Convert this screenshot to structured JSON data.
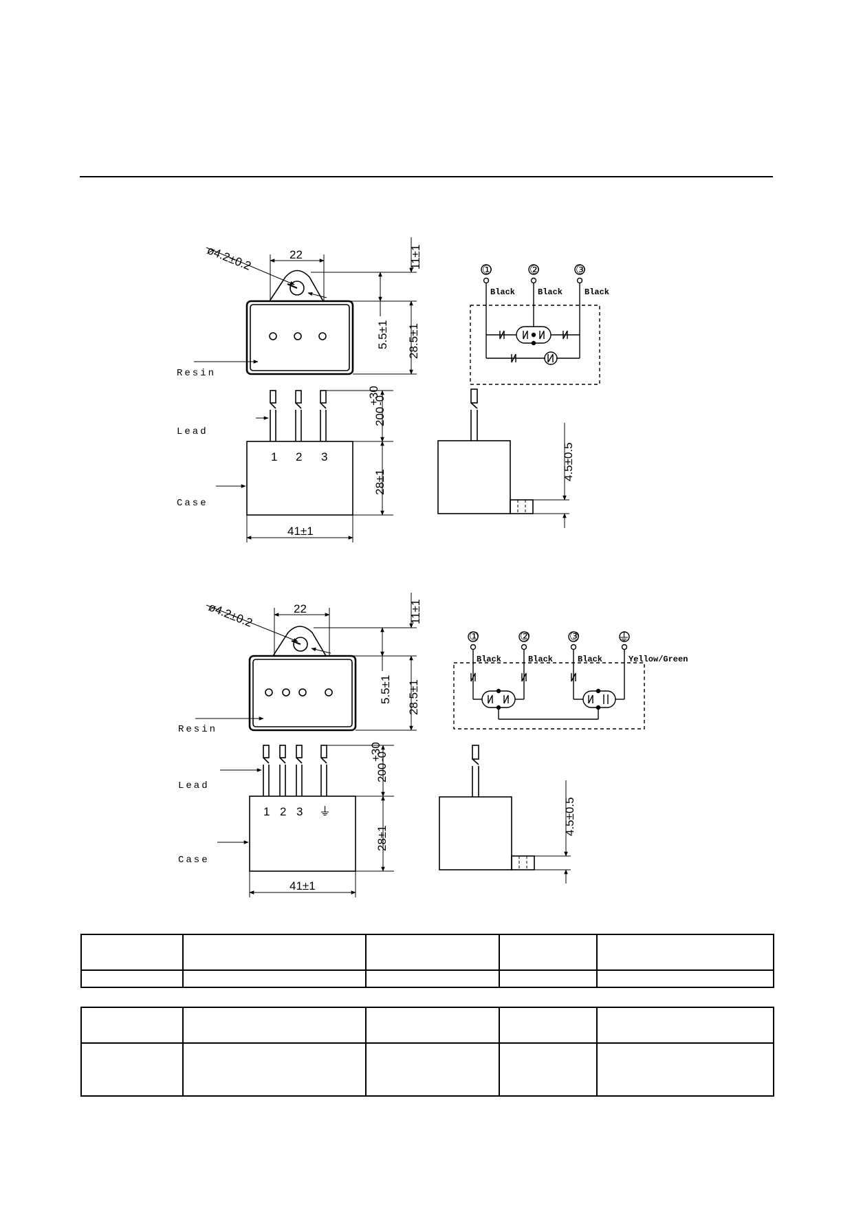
{
  "drawing_1": {
    "hole_dim": "ø4.2±0.2",
    "width_top": "22",
    "tab_height": "11±1",
    "inner_height": "5.5±1",
    "overall_height": "28.5±1",
    "lead_length_base": "200",
    "lead_length_tol_plus": "+30",
    "lead_length_tol_minus": "-0",
    "case_height": "28±1",
    "case_width": "41±1",
    "label_resin": "Resin",
    "label_lead": "Lead",
    "label_case": "Case",
    "pin_labels": [
      "1",
      "2",
      "3"
    ],
    "side_dim": "4.5±0.5",
    "terminals": [
      "①",
      "②",
      "③"
    ],
    "wire_colors": [
      "Black",
      "Black",
      "Black"
    ]
  },
  "drawing_2": {
    "hole_dim": "ø4.2±0.2",
    "width_top": "22",
    "tab_height": "11±1",
    "inner_height": "5.5±1",
    "overall_height": "28.5±1",
    "lead_length_base": "200",
    "lead_length_tol_plus": "+30",
    "lead_length_tol_minus": "-0",
    "case_height": "28±1",
    "case_width": "41±1",
    "label_resin": "Resin",
    "label_lead": "Lead",
    "label_case": "Case",
    "pin_labels": [
      "1",
      "2",
      "3",
      "⏚"
    ],
    "side_dim": "4.5±0.5",
    "terminals": [
      "①",
      "②",
      "③",
      "⏚"
    ],
    "wire_colors": [
      "Black",
      "Black",
      "Black",
      "Yellow/Green"
    ]
  },
  "tables": [
    {
      "rows": [
        [
          "",
          "",
          "",
          "",
          ""
        ],
        [
          "",
          "",
          "",
          "",
          ""
        ]
      ]
    },
    {
      "rows": [
        [
          "",
          "",
          "",
          "",
          ""
        ],
        [
          "",
          "",
          "",
          "",
          ""
        ]
      ]
    }
  ]
}
